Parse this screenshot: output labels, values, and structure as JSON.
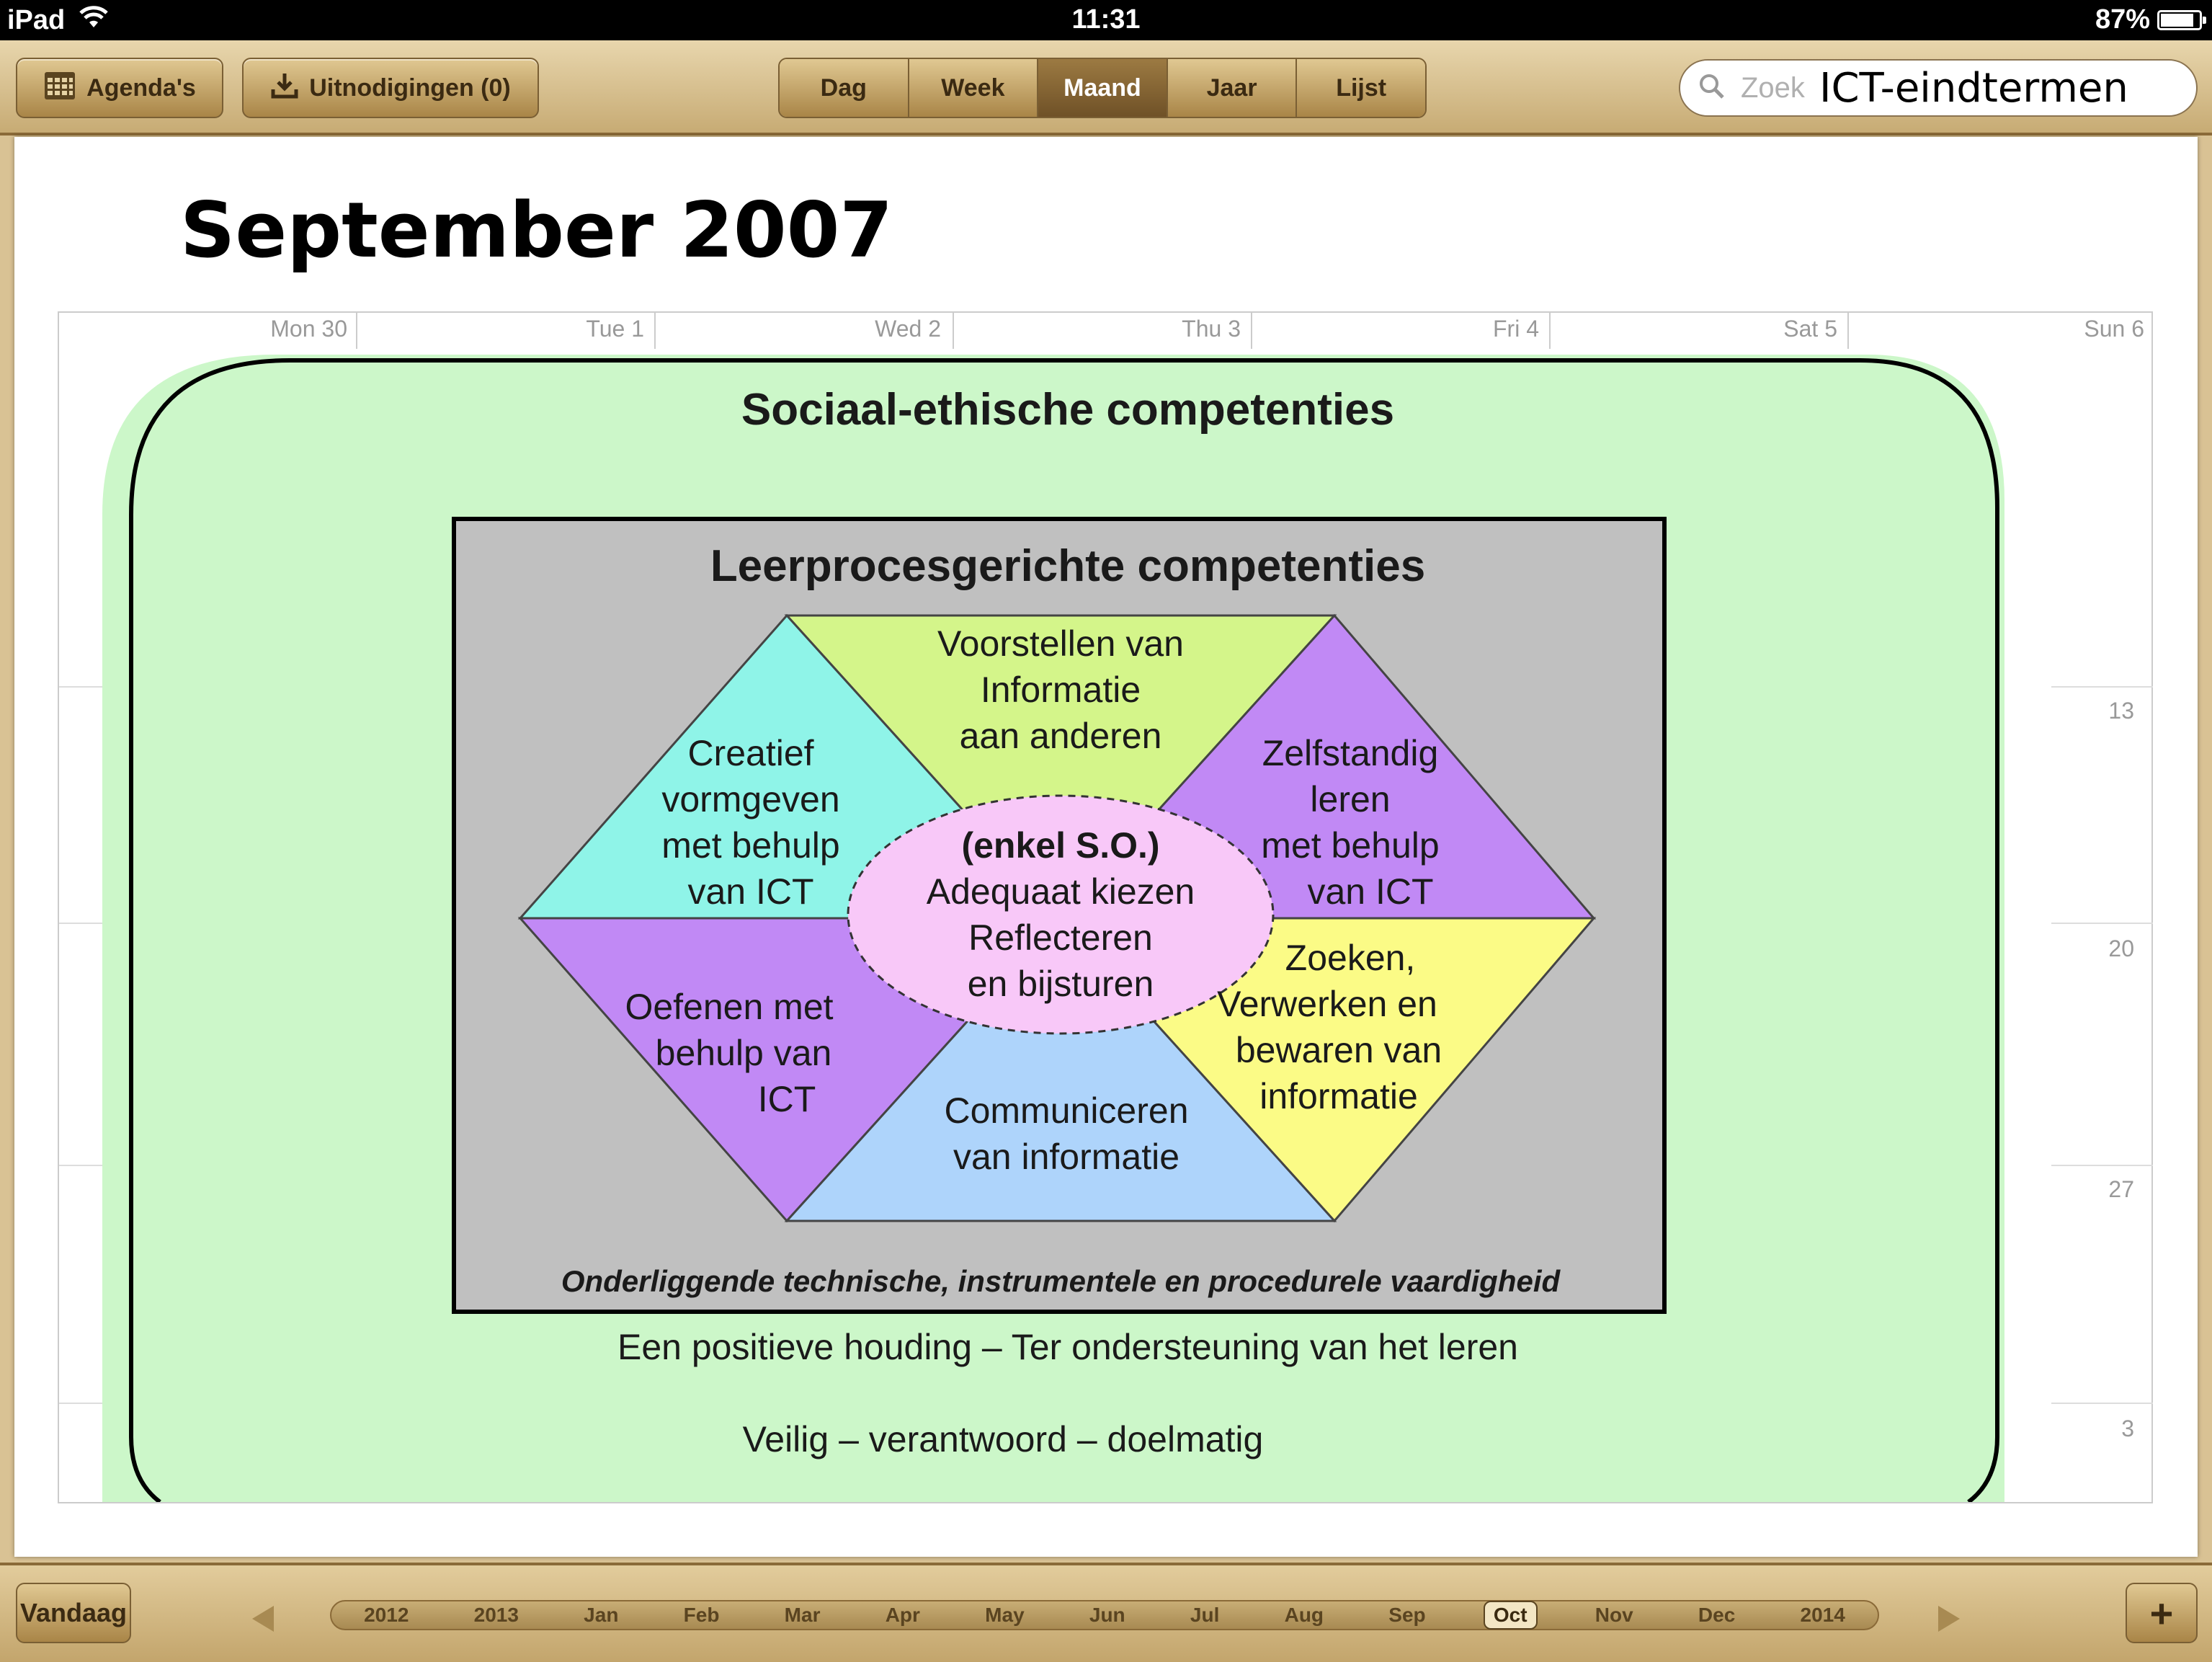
{
  "status_bar": {
    "device": "iPad",
    "time": "11:31",
    "battery": "87%",
    "battery_level": 0.87
  },
  "toolbar": {
    "calendars_label": "Agenda's",
    "invitations_label": "Uitnodigingen (0)",
    "views": [
      "Dag",
      "Week",
      "Maand",
      "Jaar",
      "Lijst"
    ],
    "active_view": "Maand",
    "search": {
      "placeholder": "Zoek",
      "value": "ICT-eindtermen"
    }
  },
  "calendar": {
    "month_title": "September 2007",
    "day_headers": [
      "Mon 30",
      "Tue 1",
      "Wed 2",
      "Thu 3",
      "Fri 4",
      "Sat 5",
      "Sun 6"
    ],
    "week_dates": [
      "13",
      "20",
      "27",
      "3"
    ]
  },
  "diagram": {
    "outer_title": "Sociaal-ethische competenties",
    "inner_title": "Leerprocesgerichte competenties",
    "segments": {
      "top": [
        "Voorstellen van",
        "Informatie",
        "aan anderen"
      ],
      "upper_left": [
        "Creatief",
        "vormgeven",
        "met behulp",
        "van ICT"
      ],
      "upper_right": [
        "Zelfstandig",
        "leren",
        "met behulp",
        "van  ICT"
      ],
      "lower_left": [
        "Oefenen met",
        "behulp van",
        "ICT"
      ],
      "lower_right": [
        "Zoeken,",
        "Verwerken en",
        "bewaren van",
        "informatie"
      ],
      "bottom": [
        "Communiceren",
        "van informatie"
      ]
    },
    "center": [
      "(enkel S.O.)",
      "Adequaat kiezen",
      "Reflecteren",
      "en bijsturen"
    ],
    "footer_italic": "Onderliggende technische, instrumentele en procedurele vaardigheid",
    "line1": "Een positieve houding – Ter ondersteuning van het leren",
    "line2": "Veilig – verantwoord – doelmatig",
    "colors": {
      "outer": "#ccf7c9",
      "inner": "#c0c0c0",
      "top": "#d4f58a",
      "upper_left": "#8ff4e8",
      "upper_right": "#c189f5",
      "lower_left": "#c189f5",
      "lower_right": "#fbfb86",
      "bottom": "#aed4fb",
      "center": "#f8c8f8"
    }
  },
  "bottom_bar": {
    "today_label": "Vandaag",
    "timeline": [
      "2012",
      "2013",
      "Jan",
      "Feb",
      "Mar",
      "Apr",
      "May",
      "Jun",
      "Jul",
      "Aug",
      "Sep",
      "Oct",
      "Nov",
      "Dec",
      "2014"
    ],
    "current": "Oct",
    "add_label": "+"
  }
}
